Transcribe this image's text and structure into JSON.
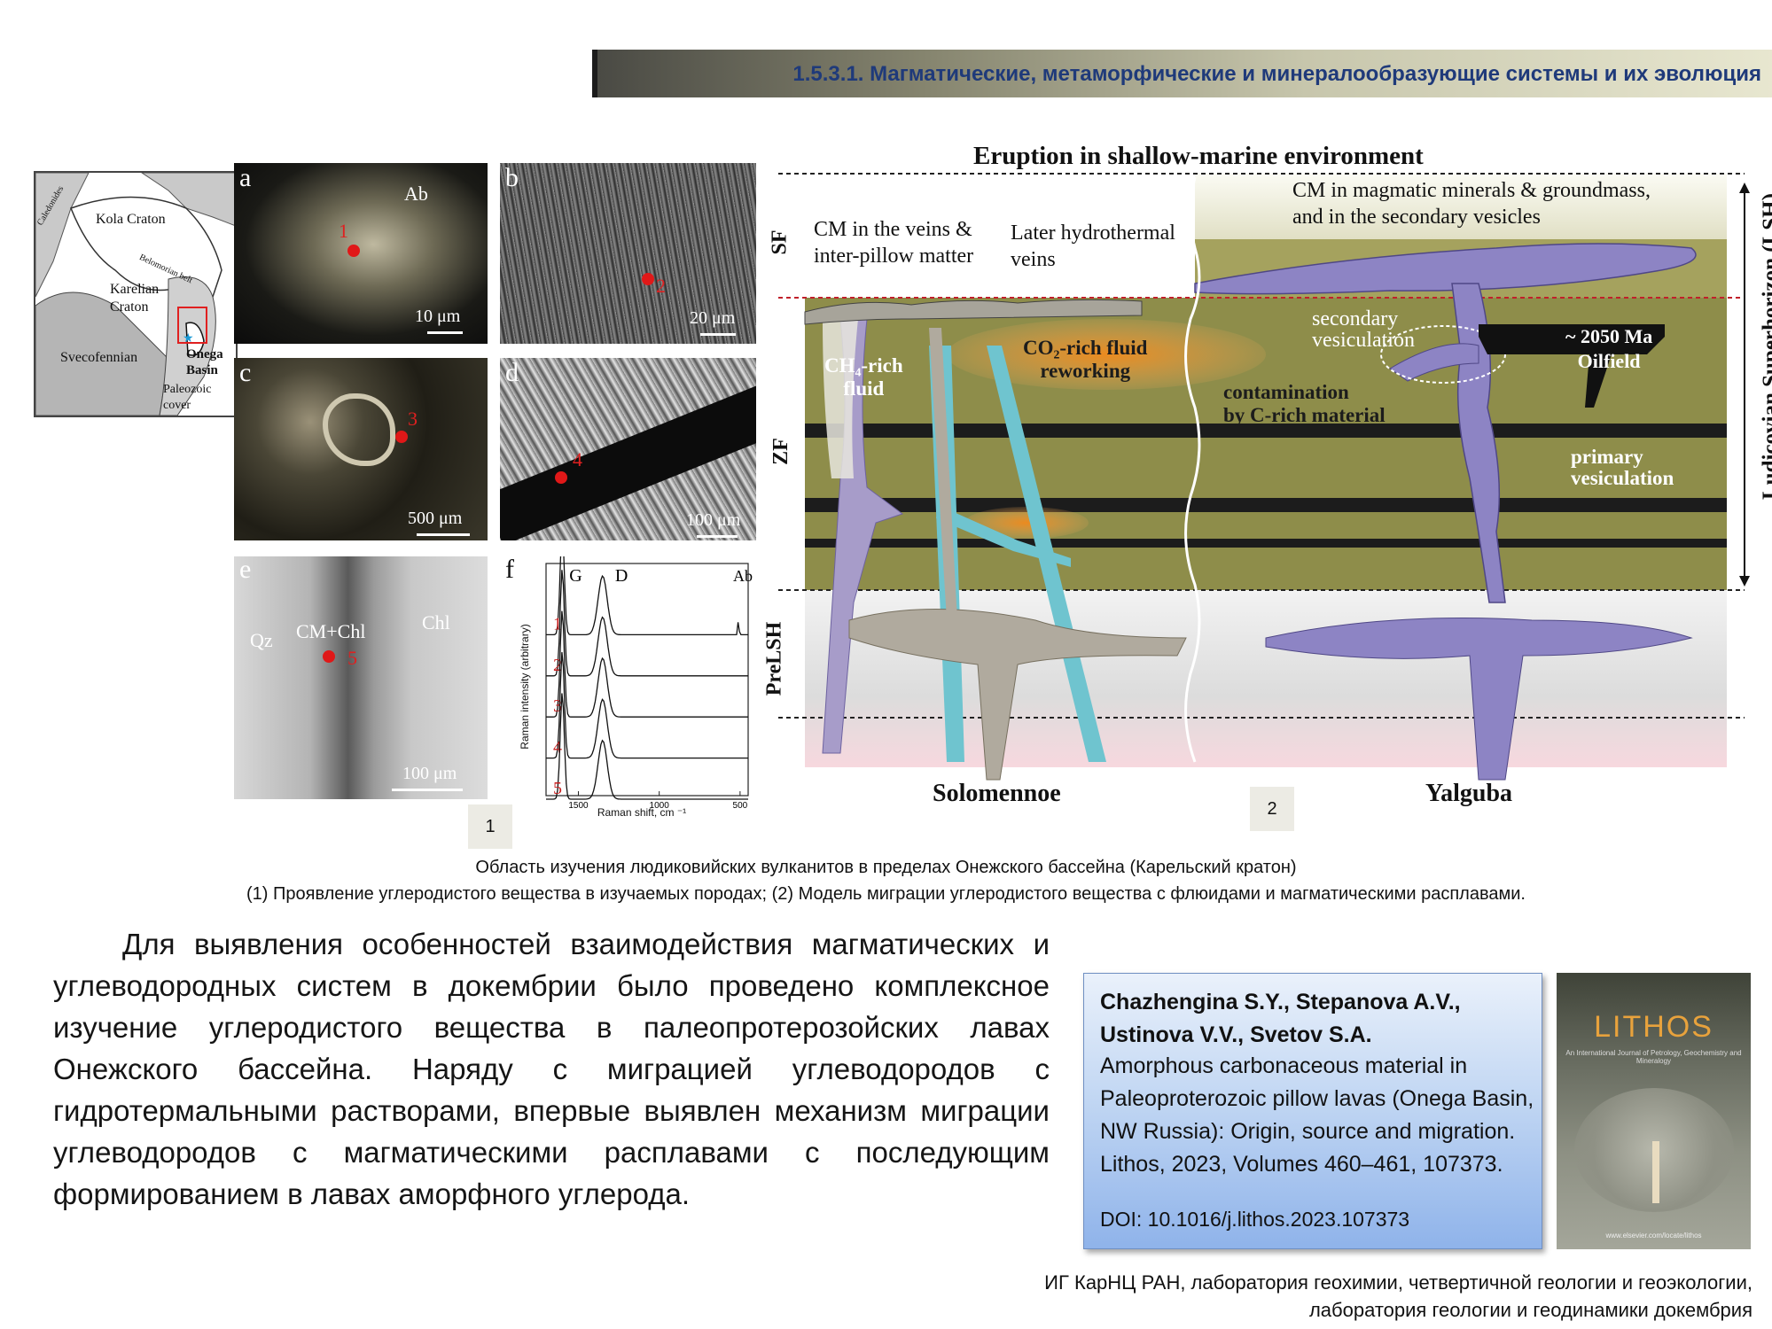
{
  "header": {
    "title": "1.5.3.1. Магматические, метаморфические и минералообразующие системы и их эволюция"
  },
  "map": {
    "labels": [
      "Kola Craton",
      "Karelian Craton",
      "Svecofennian",
      "Onega Basin",
      "Paleozoic cover",
      "Caledonides",
      "Belomorian belt"
    ]
  },
  "panels": {
    "a": {
      "letter": "a",
      "mineral": "Ab",
      "point": "1",
      "scale": "10 μm"
    },
    "b": {
      "letter": "b",
      "point": "2",
      "scale": "20 μm"
    },
    "c": {
      "letter": "c",
      "point": "3",
      "scale": "500 μm"
    },
    "d": {
      "letter": "d",
      "point": "4",
      "scale": "100 μm"
    },
    "e": {
      "letter": "e",
      "labels": [
        "Qz",
        "CM+Chl",
        "Chl"
      ],
      "point": "5",
      "scale": "100 μm"
    },
    "f": {
      "letter": "f",
      "peak_g": "G",
      "peak_d": "D",
      "peak_ab": "Ab",
      "ylabel": "Raman intensity (arbitrary)",
      "xlabel": "Raman shift, cm ⁻¹",
      "xticks": [
        "1500",
        "1000",
        "500"
      ],
      "spectra": [
        "1",
        "2",
        "3",
        "4",
        "5"
      ]
    }
  },
  "chart_data": {
    "type": "line",
    "title": "",
    "xlabel": "Raman shift, cm ⁻¹",
    "ylabel": "Raman intensity (arbitrary)",
    "x_direction": "decreasing",
    "xlim": [
      1700,
      450
    ],
    "xticks": [
      1500,
      1000,
      500
    ],
    "annotations": [
      "G",
      "D",
      "Ab"
    ],
    "series": [
      {
        "name": "1",
        "peaks": [
          {
            "x": 1600,
            "label": "G"
          },
          {
            "x": 1350,
            "label": "D"
          },
          {
            "x": 510,
            "label": "Ab"
          }
        ]
      },
      {
        "name": "2",
        "peaks": [
          {
            "x": 1600
          },
          {
            "x": 1350
          }
        ]
      },
      {
        "name": "3",
        "peaks": [
          {
            "x": 1600
          },
          {
            "x": 1350
          }
        ]
      },
      {
        "name": "4",
        "peaks": [
          {
            "x": 1600
          },
          {
            "x": 1350
          }
        ]
      },
      {
        "name": "5",
        "peaks": [
          {
            "x": 1600
          },
          {
            "x": 1350
          }
        ]
      }
    ]
  },
  "fig_numbers": {
    "left": "1",
    "right": "2"
  },
  "model": {
    "title": "Eruption in shallow-marine environment",
    "zones": [
      "SF",
      "ZF",
      "PreLSH"
    ],
    "side_label": "Ludicovian Superhorizon (LSH)",
    "labels": {
      "cm_veins": "CM in the veins &",
      "cm_veins2": "inter-pillow matter",
      "later": "Later hydrothermal",
      "later2": "veins",
      "cm_magmatic": "CM in magmatic minerals & groundmass,",
      "cm_magmatic2": "and in the secondary vesicles",
      "secondary": "secondary",
      "secondary2": "vesiculation",
      "oil_age": "~ 2050 Ma",
      "oil_name": "Oilfield",
      "ch4_a": "CH₄-rich",
      "ch4_b": "fluid",
      "co2_a": "CO₂-rich fluid",
      "co2_b": "reworking",
      "contam1": "contamination",
      "contam2": "by C-rich material",
      "primary1": "primary",
      "primary2": "vesiculation"
    },
    "sites": [
      "Solomennoe",
      "Yalguba"
    ]
  },
  "caption": {
    "line1": "Область изучения людиковийских вулканитов в пределах Онежского бассейна (Карельский кратон)",
    "line2": "(1) Проявление углеродистого вещества в изучаемых породах; (2) Модель миграции углеродистого вещества с флюидами и магматическими расплавами."
  },
  "paragraph": "Для выявления особенностей взаимодействия магматических и углеводородных систем в докембрии было проведено комплексное изучение углеродистого вещества в палеопротерозойских лавах Онежского бассейна. Наряду с миграцией углеводородов с гидротермальными растворами, впервые выявлен механизм миграции углеводородов с магматическими расплавами с последующим формированием в лавах аморфного углерода.",
  "reference": {
    "authors": "Chazhengina S.Y., Stepanova A.V., Ustinova V.V., Svetov S.A.",
    "body": "Amorphous carbonaceous material in Paleoproterozoic pillow lavas (Onega Basin, NW Russia): Origin, source and migration. Lithos, 2023, Volumes 460–461, 107373.",
    "doi": "DOI: 10.1016/j.lithos.2023.107373"
  },
  "cover": {
    "title": "LITHOS",
    "subtitle": "An International Journal of Petrology, Geochemistry and Mineralogy",
    "url": "www.elsevier.com/locate/lithos"
  },
  "footer": {
    "text": "ИГ КарНЦ РАН, лаборатория геохимии, четвертичной геологии и геоэкологии, лаборатория геологии и геодинамики докембрия"
  }
}
